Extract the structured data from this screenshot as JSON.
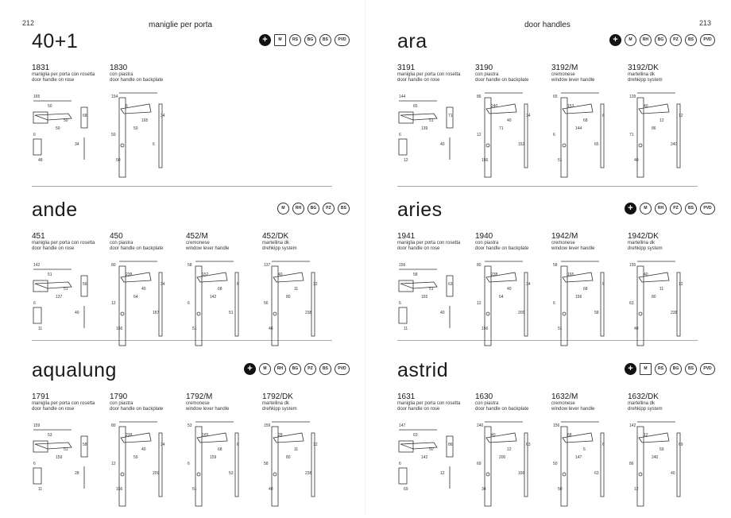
{
  "left_page": {
    "number": "212",
    "header": "maniglie per porta"
  },
  "right_page": {
    "number": "213",
    "header": "door handles"
  },
  "sections": [
    {
      "title": "40+1",
      "badges": [
        {
          "icon": "plus-icon",
          "label": "+"
        },
        {
          "icon": "m-square-icon",
          "label": "M"
        },
        {
          "icon": "rs-icon",
          "label": "RS"
        },
        {
          "icon": "bg-icon",
          "label": "BG"
        },
        {
          "icon": "bs-icon",
          "label": "BS"
        },
        {
          "icon": "pvd-icon",
          "label": "PVD"
        }
      ],
      "items": [
        {
          "code": "1831",
          "line1": "maniglia per porta con rosetta",
          "line2": "door handle on rose"
        },
        {
          "code": "1830",
          "line1": "con piastra",
          "line2": "door handle on backplate"
        }
      ],
      "dims": [
        "165",
        "50",
        "50",
        "6",
        "50",
        "34",
        "48",
        "68",
        "154",
        "6"
      ]
    },
    {
      "title": "ara",
      "badges": [
        {
          "icon": "plus-icon",
          "label": "+"
        },
        {
          "icon": "m-icon",
          "label": "M"
        },
        {
          "icon": "rh-icon",
          "label": "RH"
        },
        {
          "icon": "bg-icon",
          "label": "BG"
        },
        {
          "icon": "pz-icon",
          "label": "PZ"
        },
        {
          "icon": "bs-icon",
          "label": "BS"
        },
        {
          "icon": "pvd-icon",
          "label": "PVD"
        }
      ],
      "items": [
        {
          "code": "3191",
          "line1": "maniglia per porta con rosetta",
          "line2": "door handle on rose"
        },
        {
          "code": "3190",
          "line1": "con piastra",
          "line2": "door handle on backplate"
        },
        {
          "code": "3192/M",
          "line1": "cremonese",
          "line2": "window lever handle"
        },
        {
          "code": "3192/DK",
          "line1": "martellina dk",
          "line2": "drehkipp system"
        }
      ],
      "dims": [
        "144",
        "65",
        "51",
        "6",
        "139",
        "40",
        "12",
        "71",
        "86",
        "240",
        "40",
        "12",
        "71",
        "152",
        "156",
        "34",
        "65",
        "153",
        "68",
        "6"
      ]
    },
    {
      "title": "ande",
      "badges": [
        {
          "icon": "m-icon",
          "label": "M"
        },
        {
          "icon": "rh-icon",
          "label": "RH"
        },
        {
          "icon": "bg-icon",
          "label": "BG"
        },
        {
          "icon": "pz-icon",
          "label": "PZ"
        },
        {
          "icon": "bs-icon",
          "label": "BS"
        }
      ],
      "items": [
        {
          "code": "451",
          "line1": "maniglia per porta con rosetta",
          "line2": "door handle on rose"
        },
        {
          "code": "450",
          "line1": "con piastra",
          "line2": "door handle on backplate"
        },
        {
          "code": "452/M",
          "line1": "cremonese",
          "line2": "window lever handle"
        },
        {
          "code": "452/DK",
          "line1": "martellina dk",
          "line2": "drehkipp system"
        }
      ],
      "dims": [
        "142",
        "51",
        "51",
        "6",
        "137",
        "40",
        "11",
        "56",
        "80",
        "238",
        "40",
        "12",
        "64",
        "187",
        "156",
        "34",
        "58",
        "152",
        "68",
        "6"
      ]
    },
    {
      "title": "aries",
      "badges": [
        {
          "icon": "plus-icon",
          "label": "+"
        },
        {
          "icon": "m-icon",
          "label": "M"
        },
        {
          "icon": "rh-icon",
          "label": "RH"
        },
        {
          "icon": "pz-icon",
          "label": "PZ"
        },
        {
          "icon": "bs-icon",
          "label": "BS"
        },
        {
          "icon": "pvd-icon",
          "label": "PVD"
        }
      ],
      "items": [
        {
          "code": "1941",
          "line1": "maniglia per porta con rosetta",
          "line2": "door handle on rose"
        },
        {
          "code": "1940",
          "line1": "con piastra",
          "line2": "door handle on backplate"
        },
        {
          "code": "1942/M",
          "line1": "cremonese",
          "line2": "window lever handle"
        },
        {
          "code": "1942/DK",
          "line1": "martellina dk",
          "line2": "drehkipp system"
        }
      ],
      "dims": [
        "156",
        "58",
        "51",
        "6",
        "155",
        "40",
        "11",
        "63",
        "80",
        "238",
        "40",
        "12",
        "64",
        "209",
        "156",
        "34",
        "58",
        "165",
        "68",
        "6"
      ]
    },
    {
      "title": "aqualung",
      "badges": [
        {
          "icon": "plus-icon",
          "label": "+"
        },
        {
          "icon": "m-icon",
          "label": "M"
        },
        {
          "icon": "rh-icon",
          "label": "RH"
        },
        {
          "icon": "bg-icon",
          "label": "BG"
        },
        {
          "icon": "pz-icon",
          "label": "PZ"
        },
        {
          "icon": "bs-icon",
          "label": "BS"
        },
        {
          "icon": "pvd-icon",
          "label": "PVD"
        }
      ],
      "items": [
        {
          "code": "1791",
          "line1": "maniglia per porta con rosetta",
          "line2": "door handle on rose"
        },
        {
          "code": "1790",
          "line1": "con piastra",
          "line2": "door handle on backplate"
        },
        {
          "code": "1792/M",
          "line1": "cremonese",
          "line2": "window lever handle"
        },
        {
          "code": "1792/DK",
          "line1": "martellina dk",
          "line2": "drehkipp system"
        }
      ],
      "dims": [
        "159",
        "53",
        "51",
        "6",
        "159",
        "28",
        "11",
        "58",
        "80",
        "238",
        "40",
        "12",
        "59",
        "209",
        "156",
        "34",
        "53",
        "165",
        "68",
        "6"
      ]
    },
    {
      "title": "astrid",
      "badges": [
        {
          "icon": "plus-icon",
          "label": "+"
        },
        {
          "icon": "m-square-icon",
          "label": "M"
        },
        {
          "icon": "rs-icon",
          "label": "RS"
        },
        {
          "icon": "bg-icon",
          "label": "BG"
        },
        {
          "icon": "bs-icon",
          "label": "BS"
        },
        {
          "icon": "pvd-icon",
          "label": "PVD"
        }
      ],
      "items": [
        {
          "code": "1631",
          "line1": "maniglia per porta con rosetta",
          "line2": "door handle on rose"
        },
        {
          "code": "1630",
          "line1": "con piastra",
          "line2": "door handle on backplate"
        },
        {
          "code": "1632/M",
          "line1": "cremonese",
          "line2": "window lever handle"
        },
        {
          "code": "1632/DK",
          "line1": "martellina dk",
          "line2": "drehkipp system"
        }
      ],
      "dims": [
        "147",
        "63",
        "50",
        "6",
        "142",
        "12",
        "69",
        "86",
        "240",
        "40",
        "12",
        "69",
        "200",
        "156",
        "34",
        "63",
        "156",
        "68",
        "6",
        "50"
      ]
    }
  ]
}
